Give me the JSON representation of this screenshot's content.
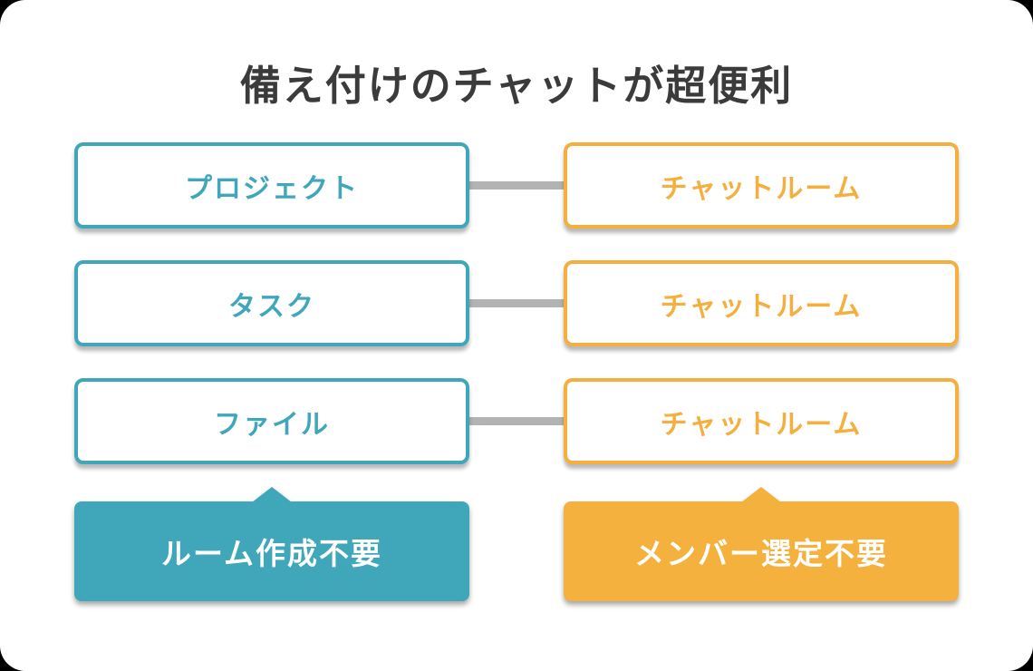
{
  "title": "備え付けのチャットが超便利",
  "colors": {
    "teal": "#3fa7b9",
    "orange": "#f4af3e",
    "orange-fill": "#f4b13e",
    "connector": "#b3b3b3",
    "title_text": "#3b3b3b"
  },
  "rows": [
    {
      "left": "プロジェクト",
      "right": "チャットルーム"
    },
    {
      "left": "タスク",
      "right": "チャットルーム"
    },
    {
      "left": "ファイル",
      "right": "チャットルーム"
    }
  ],
  "callouts": {
    "left": "ルーム作成不要",
    "right": "メンバー選定不要"
  }
}
